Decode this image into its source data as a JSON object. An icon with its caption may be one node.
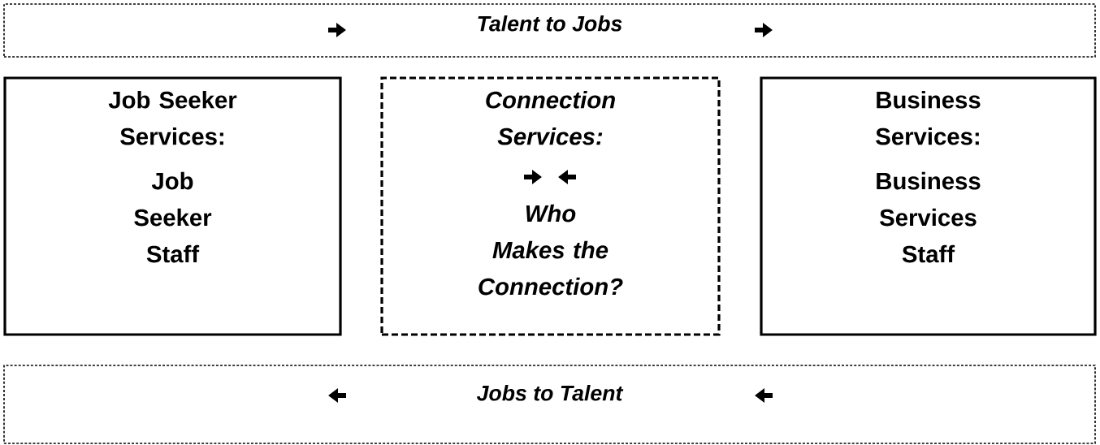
{
  "diagram": {
    "nodes": [
      {
        "text": [
          "Talent to Jobs"
        ]
      },
      {
        "text": [
          "Job Seeker Services:",
          "Job Seeker Staff"
        ]
      },
      {
        "text": [
          "Connection Services:",
          "Who Makes the Connection?"
        ]
      },
      {
        "text": [
          "Business Services:",
          "Business Services Staff"
        ]
      },
      {
        "text": [
          "Jobs to Talent"
        ]
      }
    ]
  }
}
